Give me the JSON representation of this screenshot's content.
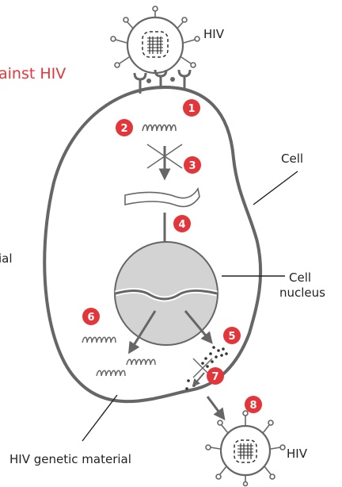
{
  "colors": {
    "accent": "#e2363b",
    "outline": "#666666",
    "nucleus_fill": "#d3d3d3",
    "text": "#222222"
  },
  "labels": {
    "title_fragment": "ainst HIV",
    "virus_top": "HIV",
    "cell": "Cell",
    "cell_nucleus_line1": "Cell",
    "cell_nucleus_line2": "nucleus",
    "left_cut": "ial",
    "genetic_material": "HIV genetic material",
    "virus_bottom": "HIV"
  },
  "steps": [
    "1",
    "2",
    "3",
    "4",
    "5",
    "6",
    "7",
    "8"
  ],
  "icons": {
    "virus": "hiv-virus-icon",
    "rna": "rna-coil-icon",
    "block": "cross-mark-icon"
  }
}
